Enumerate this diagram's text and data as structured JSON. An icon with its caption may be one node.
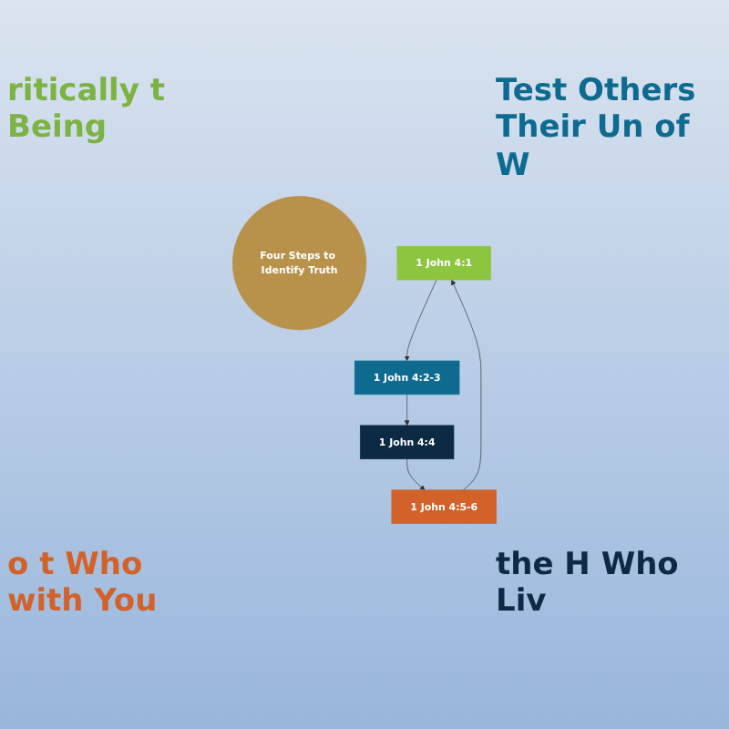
{
  "diagram": {
    "nodes": [
      {
        "text": [
          "Four Steps to Identify Truth"
        ]
      },
      {
        "text": [
          "1 John 4:1"
        ]
      },
      {
        "text": [
          "1 John 4:2-3"
        ]
      },
      {
        "text": [
          "1 John 4:4"
        ]
      },
      {
        "text": [
          "1 John 4:5-6"
        ]
      }
    ],
    "edges": [
      {
        "from": 1,
        "to": 2,
        "arrow": "to"
      },
      {
        "from": 2,
        "to": 3,
        "arrow": "to"
      },
      {
        "from": 3,
        "to": 4,
        "arrow": "to"
      },
      {
        "from": 4,
        "to": 1,
        "arrow": "to"
      }
    ],
    "labels": [
      "ritically t Being",
      "Test Others Their Un of W",
      "o t Who with You",
      "the H Who Liv"
    ]
  }
}
